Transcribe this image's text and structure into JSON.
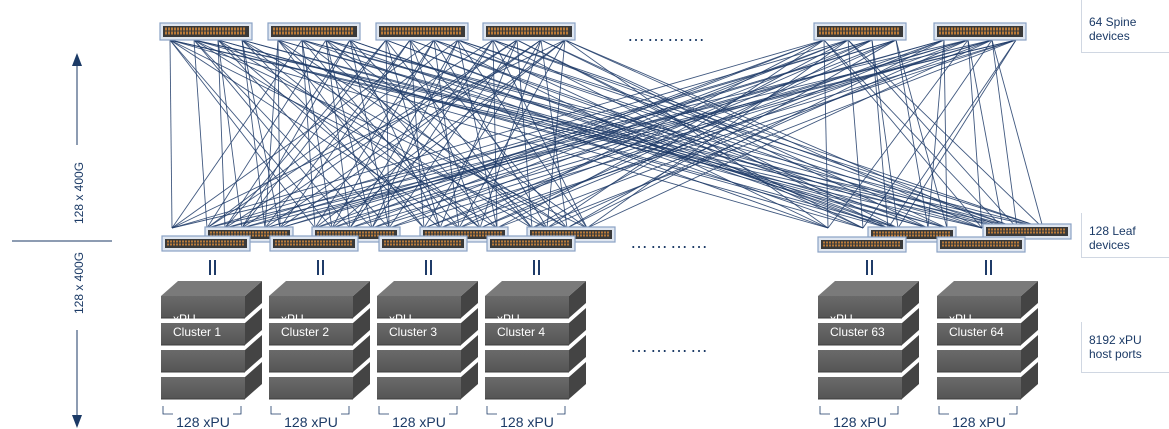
{
  "labels": {
    "spine": "64 Spine devices",
    "leaf": "128 Leaf devices",
    "hosts": "8192 xPU host ports",
    "uplink": "128 x 400G",
    "downlink": "128 x 400G",
    "ellipsis": "…………"
  },
  "spines": [
    "spine",
    "spine",
    "spine",
    "spine",
    "spine",
    "spine"
  ],
  "clusters": [
    {
      "name": "xPU",
      "sub": "Cluster 1",
      "ports": "128 xPU"
    },
    {
      "name": "xPU",
      "sub": "Cluster 2",
      "ports": "128 xPU"
    },
    {
      "name": "xPU",
      "sub": "Cluster 3",
      "ports": "128 xPU"
    },
    {
      "name": "xPU",
      "sub": "Cluster 4",
      "ports": "128 xPU"
    },
    {
      "name": "xPU",
      "sub": "Cluster 63",
      "ports": "128 xPU"
    },
    {
      "name": "xPU",
      "sub": "Cluster 64",
      "ports": "128 xPU"
    }
  ],
  "colors": {
    "link": "#1f3b68",
    "switch_frame": "#8aa2c4",
    "switch_body": "#3a3a3a",
    "port": "#b87a3a",
    "cube_front": "#5c5c5c",
    "cube_top": "#7a7a7a",
    "cube_side": "#444444",
    "label": "#1b3a66"
  }
}
